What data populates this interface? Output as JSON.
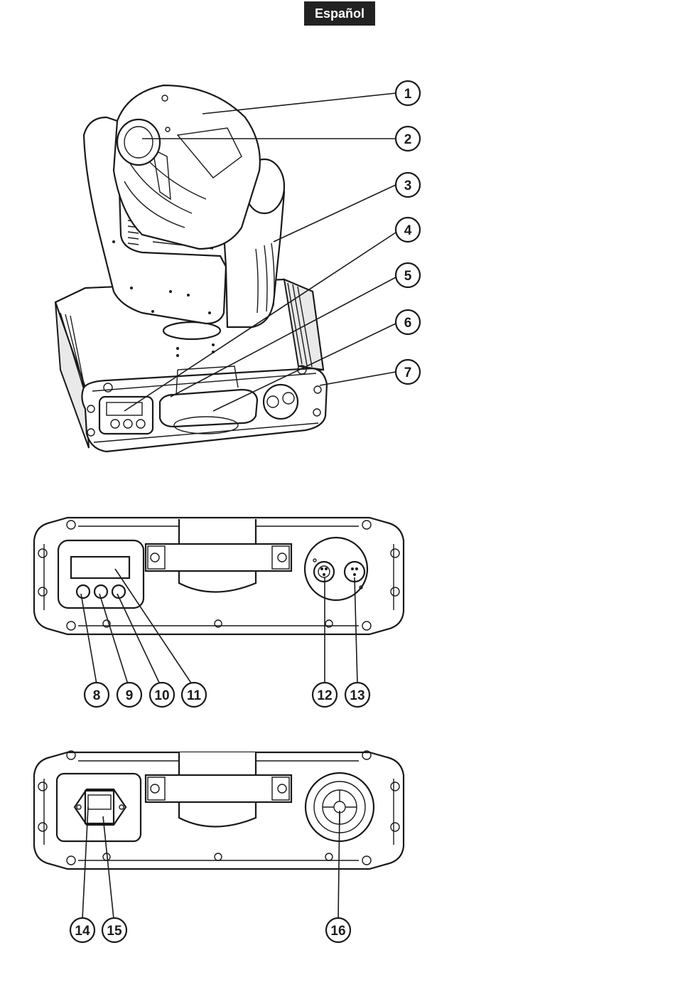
{
  "header": {
    "language": "Español"
  },
  "callouts": {
    "c1": "1",
    "c2": "2",
    "c3": "3",
    "c4": "4",
    "c5": "5",
    "c6": "6",
    "c7": "7",
    "c8": "8",
    "c9": "9",
    "c10": "10",
    "c11": "11",
    "c12": "12",
    "c13": "13",
    "c14": "14",
    "c15": "15",
    "c16": "16"
  }
}
